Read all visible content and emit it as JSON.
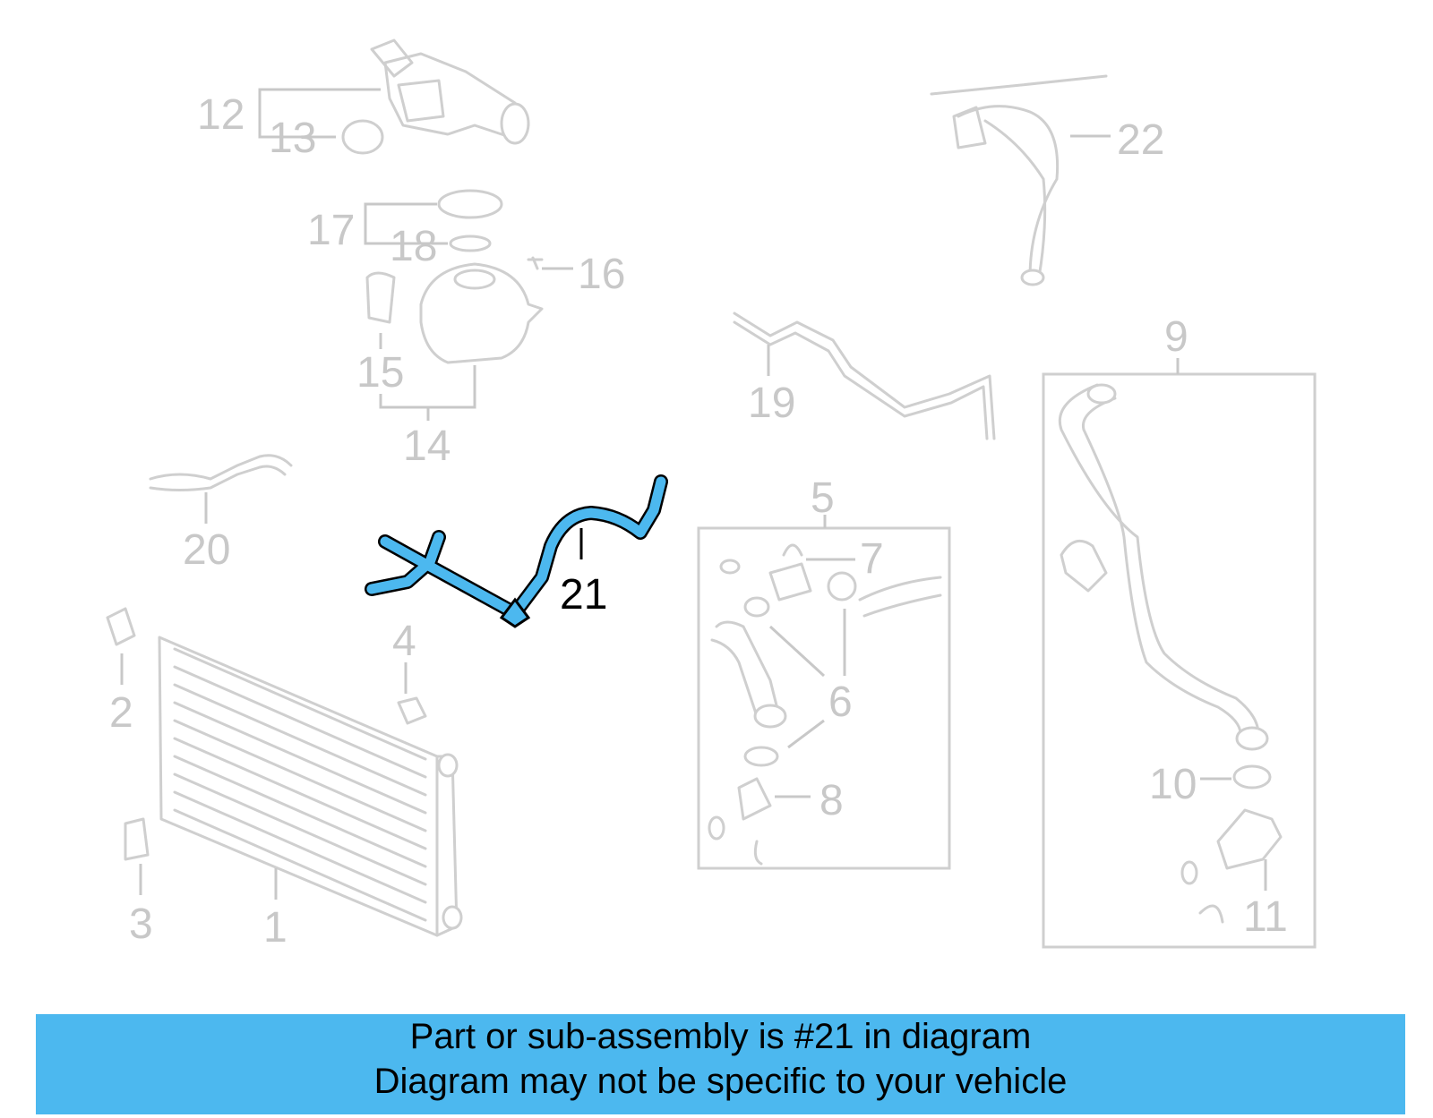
{
  "diagram": {
    "callouts": [
      "1",
      "2",
      "3",
      "4",
      "5",
      "6",
      "7",
      "8",
      "9",
      "10",
      "11",
      "12",
      "13",
      "14",
      "15",
      "16",
      "17",
      "18",
      "19",
      "20",
      "21",
      "22"
    ],
    "highlighted_part": "21"
  },
  "banner": {
    "line1": "Part or sub-assembly is #21 in diagram",
    "line2": "Diagram may not be specific to your vehicle"
  },
  "colors": {
    "highlight": "#4cb8ef",
    "ghost": "#cfcfcf",
    "banner_bg": "#4cb8ef"
  }
}
